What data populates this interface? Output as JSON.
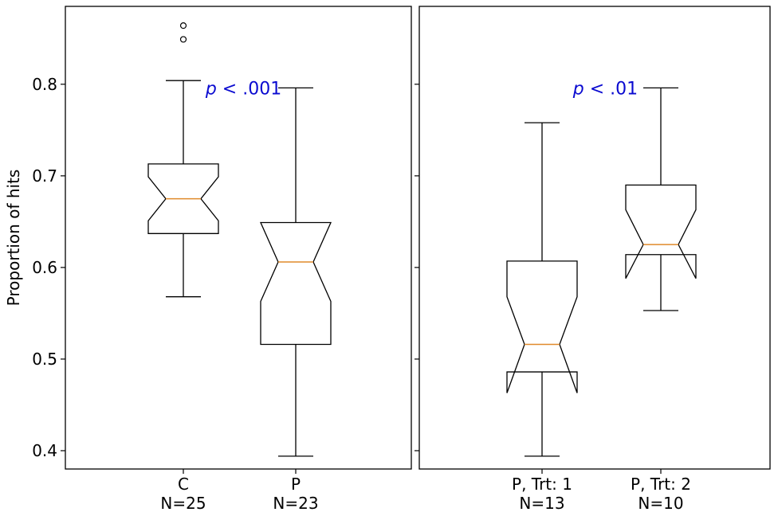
{
  "chart_data": [
    {
      "type": "boxplot",
      "ylabel": "Proportion of hits",
      "ylim": [
        0.38,
        0.885
      ],
      "yticks": [
        0.4,
        0.5,
        0.6,
        0.7,
        0.8
      ],
      "ytick_labels": [
        "0.4",
        "0.5",
        "0.6",
        "0.7",
        "0.8"
      ],
      "notched": true,
      "groups": [
        {
          "label": "C",
          "n_label": "N=25",
          "whislo": 0.568,
          "q1": 0.637,
          "med": 0.675,
          "q3": 0.713,
          "whishi": 0.804,
          "notch_lo": 0.651,
          "notch_hi": 0.699,
          "fliers": [
            0.849,
            0.864
          ]
        },
        {
          "label": "P",
          "n_label": "N=23",
          "whislo": 0.394,
          "q1": 0.516,
          "med": 0.606,
          "q3": 0.649,
          "whishi": 0.796,
          "notch_lo": 0.563,
          "notch_hi": 0.649,
          "fliers": []
        }
      ],
      "annotation": {
        "italic": "p",
        "text": " < .001"
      }
    },
    {
      "type": "boxplot",
      "ylim": [
        0.38,
        0.885
      ],
      "yticks": [
        0.4,
        0.5,
        0.6,
        0.7,
        0.8
      ],
      "notched": true,
      "groups": [
        {
          "label": "P, Trt: 1",
          "n_label": "N=13",
          "whislo": 0.394,
          "q1": 0.486,
          "med": 0.516,
          "q3": 0.607,
          "whishi": 0.758,
          "notch_lo": 0.463,
          "notch_hi": 0.568,
          "fliers": []
        },
        {
          "label": "P, Trt: 2",
          "n_label": "N=10",
          "whislo": 0.553,
          "q1": 0.614,
          "med": 0.625,
          "q3": 0.69,
          "whishi": 0.796,
          "notch_lo": 0.588,
          "notch_hi": 0.663,
          "fliers": []
        }
      ],
      "annotation": {
        "italic": "p",
        "text": " < .01"
      }
    }
  ]
}
